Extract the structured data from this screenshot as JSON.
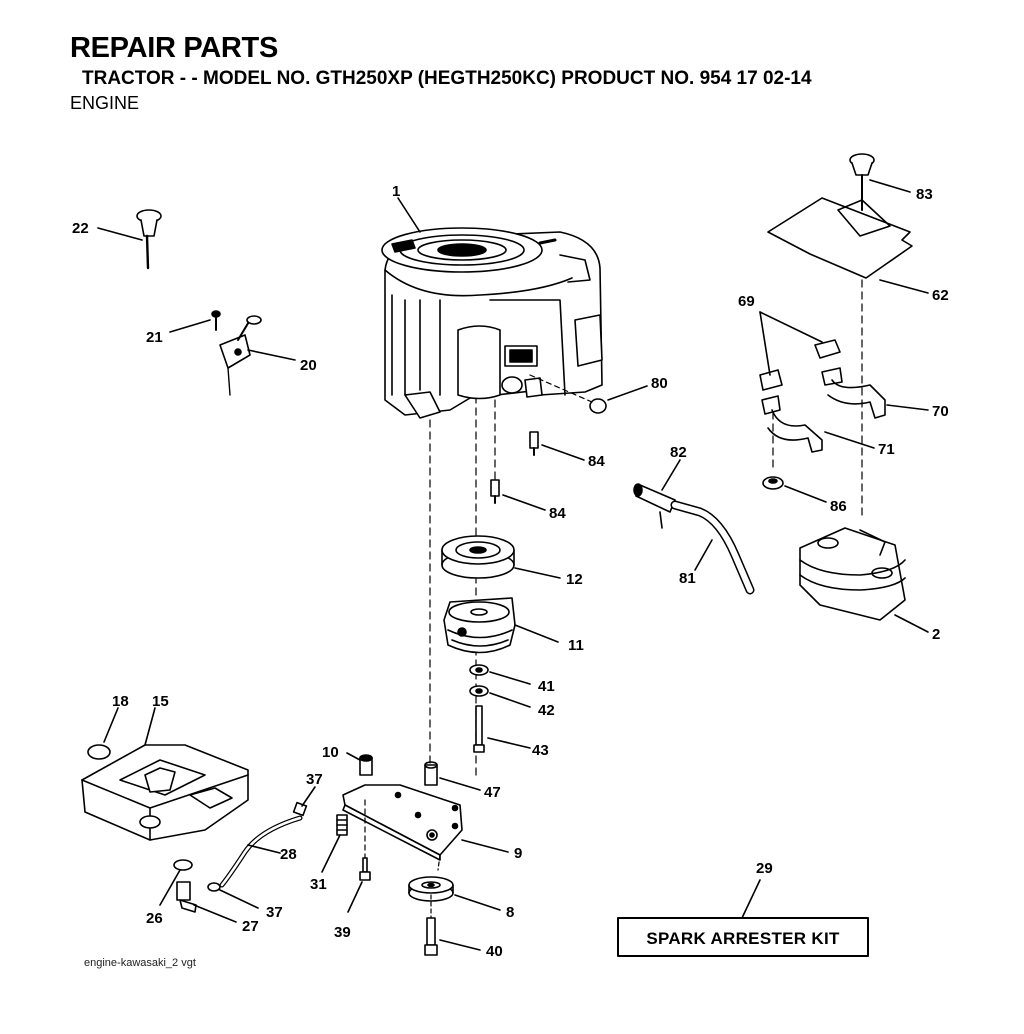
{
  "header": {
    "title": "REPAIR PARTS",
    "subtitle": "TRACTOR - - MODEL NO. GTH250XP (HEGTH250KC) PRODUCT NO. 954 17 02-14",
    "section": "ENGINE"
  },
  "callouts": [
    {
      "id": "p1",
      "label": "1"
    },
    {
      "id": "p22",
      "label": "22"
    },
    {
      "id": "p21",
      "label": "21"
    },
    {
      "id": "p20",
      "label": "20"
    },
    {
      "id": "p83",
      "label": "83"
    },
    {
      "id": "p62",
      "label": "62"
    },
    {
      "id": "p69",
      "label": "69"
    },
    {
      "id": "p70",
      "label": "70"
    },
    {
      "id": "p71",
      "label": "71"
    },
    {
      "id": "p80",
      "label": "80"
    },
    {
      "id": "p84a",
      "label": "84"
    },
    {
      "id": "p84b",
      "label": "84"
    },
    {
      "id": "p82",
      "label": "82"
    },
    {
      "id": "p81",
      "label": "81"
    },
    {
      "id": "p86",
      "label": "86"
    },
    {
      "id": "p12",
      "label": "12"
    },
    {
      "id": "p11",
      "label": "11"
    },
    {
      "id": "p2",
      "label": "2"
    },
    {
      "id": "p41",
      "label": "41"
    },
    {
      "id": "p42",
      "label": "42"
    },
    {
      "id": "p43",
      "label": "43"
    },
    {
      "id": "p18",
      "label": "18"
    },
    {
      "id": "p15",
      "label": "15"
    },
    {
      "id": "p10",
      "label": "10"
    },
    {
      "id": "p37a",
      "label": "37"
    },
    {
      "id": "p47",
      "label": "47"
    },
    {
      "id": "p28",
      "label": "28"
    },
    {
      "id": "p9",
      "label": "9"
    },
    {
      "id": "p31",
      "label": "31"
    },
    {
      "id": "p29",
      "label": "29"
    },
    {
      "id": "p26",
      "label": "26"
    },
    {
      "id": "p37b",
      "label": "37"
    },
    {
      "id": "p27",
      "label": "27"
    },
    {
      "id": "p39",
      "label": "39"
    },
    {
      "id": "p8",
      "label": "8"
    },
    {
      "id": "p40",
      "label": "40"
    }
  ],
  "kit_box": {
    "label": "SPARK ARRESTER KIT"
  },
  "footer": {
    "label": "engine-kawasaki_2 vgt"
  }
}
